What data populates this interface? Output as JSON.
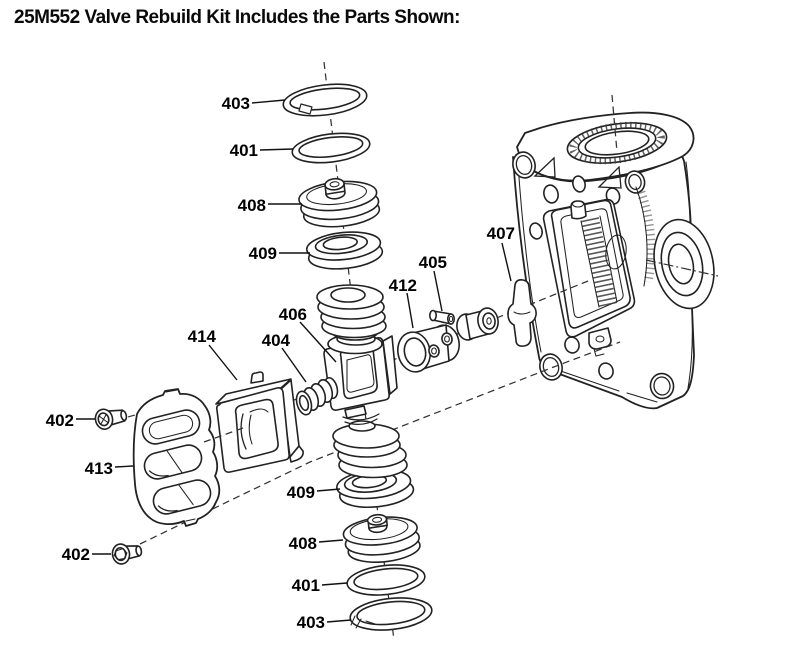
{
  "title": "25M552 Valve Rebuild Kit Includes the Parts Shown:",
  "diagram": {
    "type": "exploded-parts-diagram",
    "part_numbers": [
      "401",
      "402",
      "403",
      "404",
      "405",
      "406",
      "407",
      "408",
      "409",
      "412",
      "413",
      "414"
    ],
    "labels": [
      {
        "id": "403-top",
        "text": "403"
      },
      {
        "id": "401-top",
        "text": "401"
      },
      {
        "id": "408-top",
        "text": "408"
      },
      {
        "id": "409-top",
        "text": "409"
      },
      {
        "id": "406",
        "text": "406"
      },
      {
        "id": "414",
        "text": "414"
      },
      {
        "id": "404",
        "text": "404"
      },
      {
        "id": "402-top",
        "text": "402"
      },
      {
        "id": "413",
        "text": "413"
      },
      {
        "id": "402-bottom",
        "text": "402"
      },
      {
        "id": "409-bottom",
        "text": "409"
      },
      {
        "id": "408-bottom",
        "text": "408"
      },
      {
        "id": "401-bottom",
        "text": "401"
      },
      {
        "id": "403-bottom",
        "text": "403"
      },
      {
        "id": "405",
        "text": "405"
      },
      {
        "id": "412",
        "text": "412"
      },
      {
        "id": "407",
        "text": "407"
      }
    ]
  }
}
